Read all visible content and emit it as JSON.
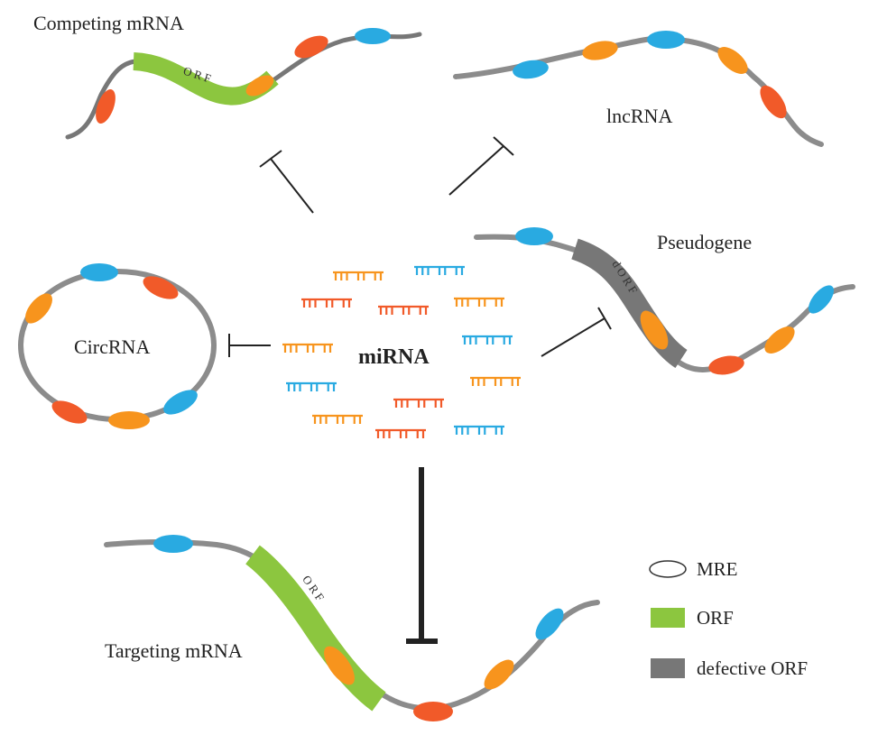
{
  "labels": {
    "competing": "Competing mRNA",
    "lncrna": "lncRNA",
    "pseudogene": "Pseudogene",
    "circrna": "CircRNA",
    "mirna": "miRNA",
    "targeting": "Targeting mRNA"
  },
  "orf_text": {
    "competing": "ORF",
    "pseudogene": "dORF",
    "targeting": "ORF"
  },
  "legend": {
    "mre": "MRE",
    "orf": "ORF",
    "dorf": "defective ORF"
  },
  "colors": {
    "strand": "#8c8c8c",
    "strand_dark": "#555555",
    "orf": "#8cc63f",
    "dorf": "#777777",
    "blue": "#29aae1",
    "orange": "#f7941d",
    "red": "#f15a29",
    "inhibit": "#222222"
  }
}
